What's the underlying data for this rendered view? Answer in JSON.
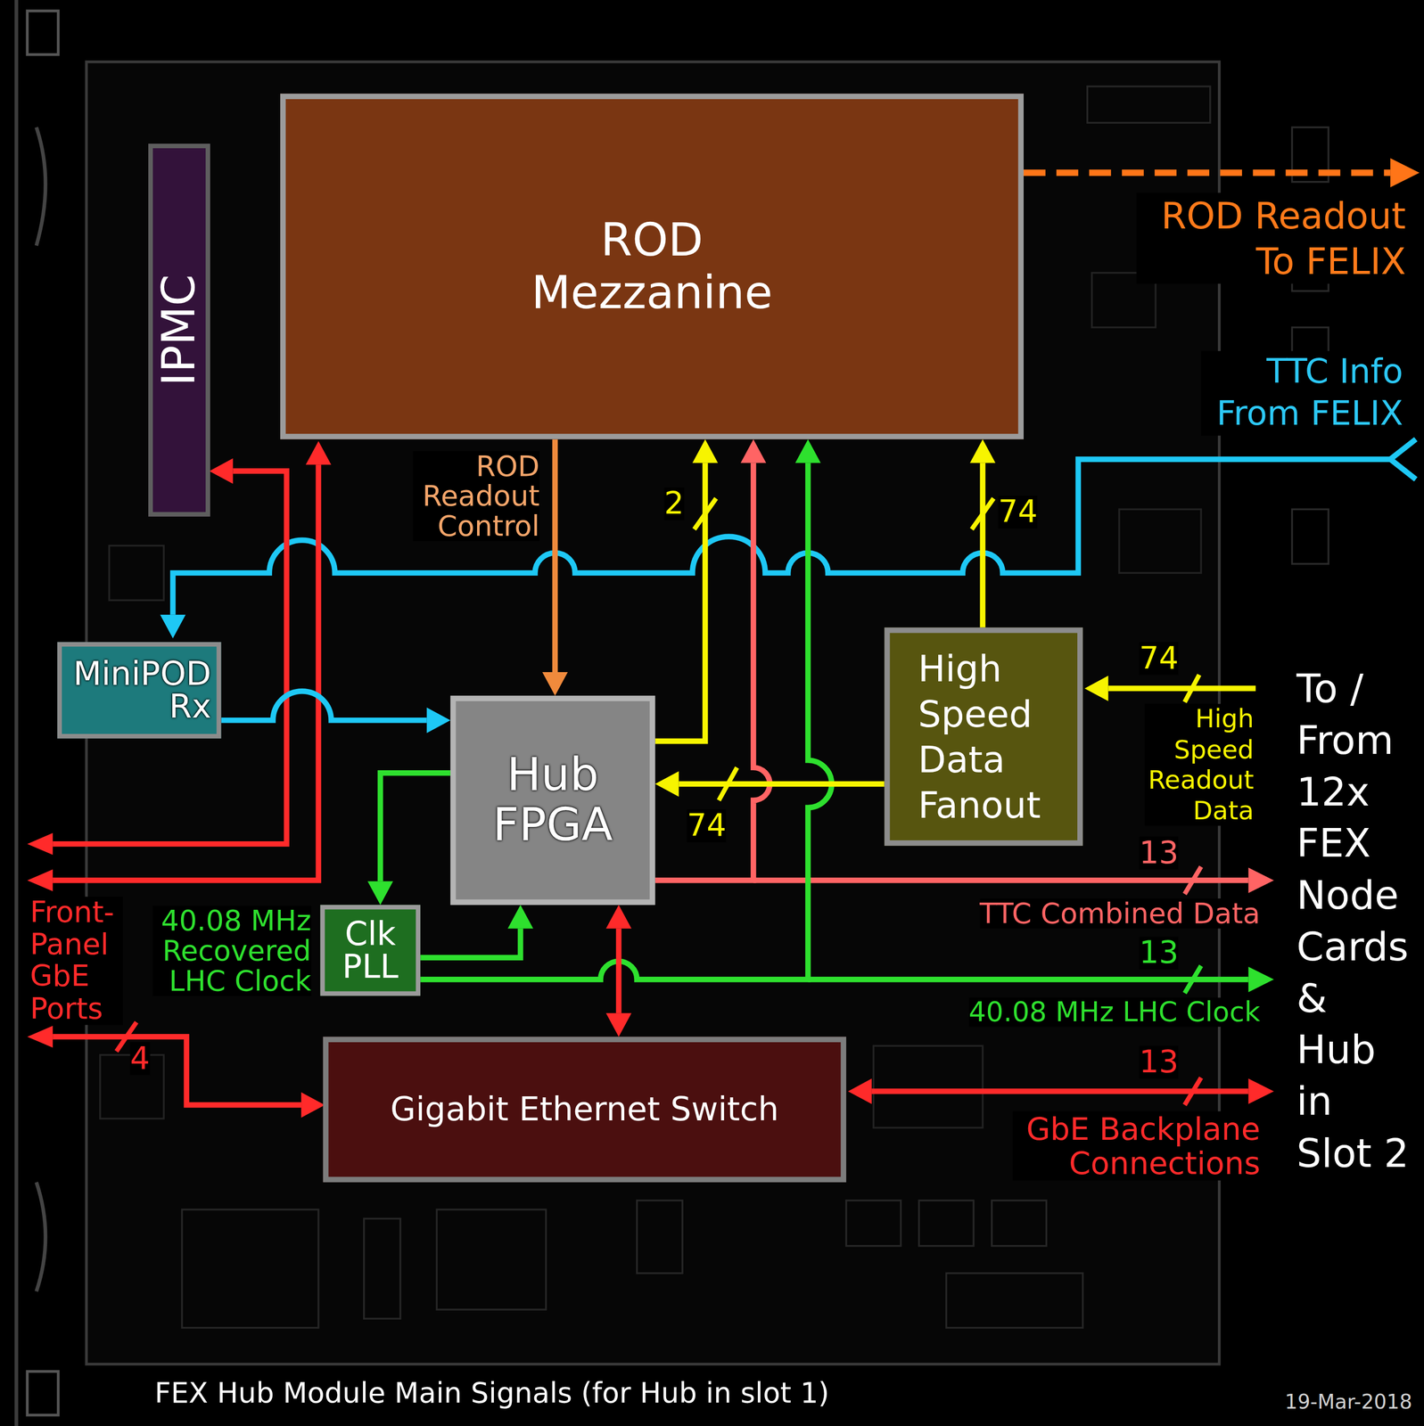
{
  "diagram": {
    "caption": "FEX Hub Module Main Signals (for Hub in slot 1)",
    "nodes": [
      {
        "text": [
          "IPMC"
        ]
      },
      {
        "text": [
          "ROD Mezzanine"
        ]
      },
      {
        "text": [
          "MiniPOD Rx"
        ]
      },
      {
        "text": [
          "Hub FPGA"
        ]
      },
      {
        "text": [
          "High Speed Data Fanout"
        ]
      },
      {
        "text": [
          "Clk PLL"
        ]
      },
      {
        "text": [
          "Gigabit Ethernet Switch"
        ]
      }
    ],
    "edges": [
      {
        "from": 1,
        "to": 3,
        "arrow": "to",
        "label": "ROD Readout Control"
      },
      {
        "from": 3,
        "to": 1,
        "arrow": "to",
        "label": "2"
      },
      {
        "from": 3,
        "to": 1,
        "arrow": "to"
      },
      {
        "from": 5,
        "to": 1,
        "arrow": "to"
      },
      {
        "from": 4,
        "to": 1,
        "arrow": "to",
        "label": "74"
      },
      {
        "from": 4,
        "to": 3,
        "arrow": "to",
        "label": "74"
      },
      {
        "from": 2,
        "to": 3,
        "arrow": "to"
      },
      {
        "from": 3,
        "to": 5,
        "arrow": "to"
      },
      {
        "from": 5,
        "to": 3,
        "arrow": "to"
      },
      {
        "from": 3,
        "to": 6,
        "arrow": "both"
      }
    ],
    "labels": [
      "ROD Readout To FELIX",
      "TTC Info From FELIX",
      "74",
      "High Speed Readout Data",
      "To / From 12x FEX Node Cards & Hub in Slot 2",
      "13",
      "TTC Combined Data",
      "13",
      "40.08 MHz LHC Clock",
      "13",
      "GbE Backplane Connections",
      "40.08 MHz Recovered LHC Clock",
      "Front-Panel GbE Ports",
      "4",
      "19-Mar-2018"
    ]
  }
}
